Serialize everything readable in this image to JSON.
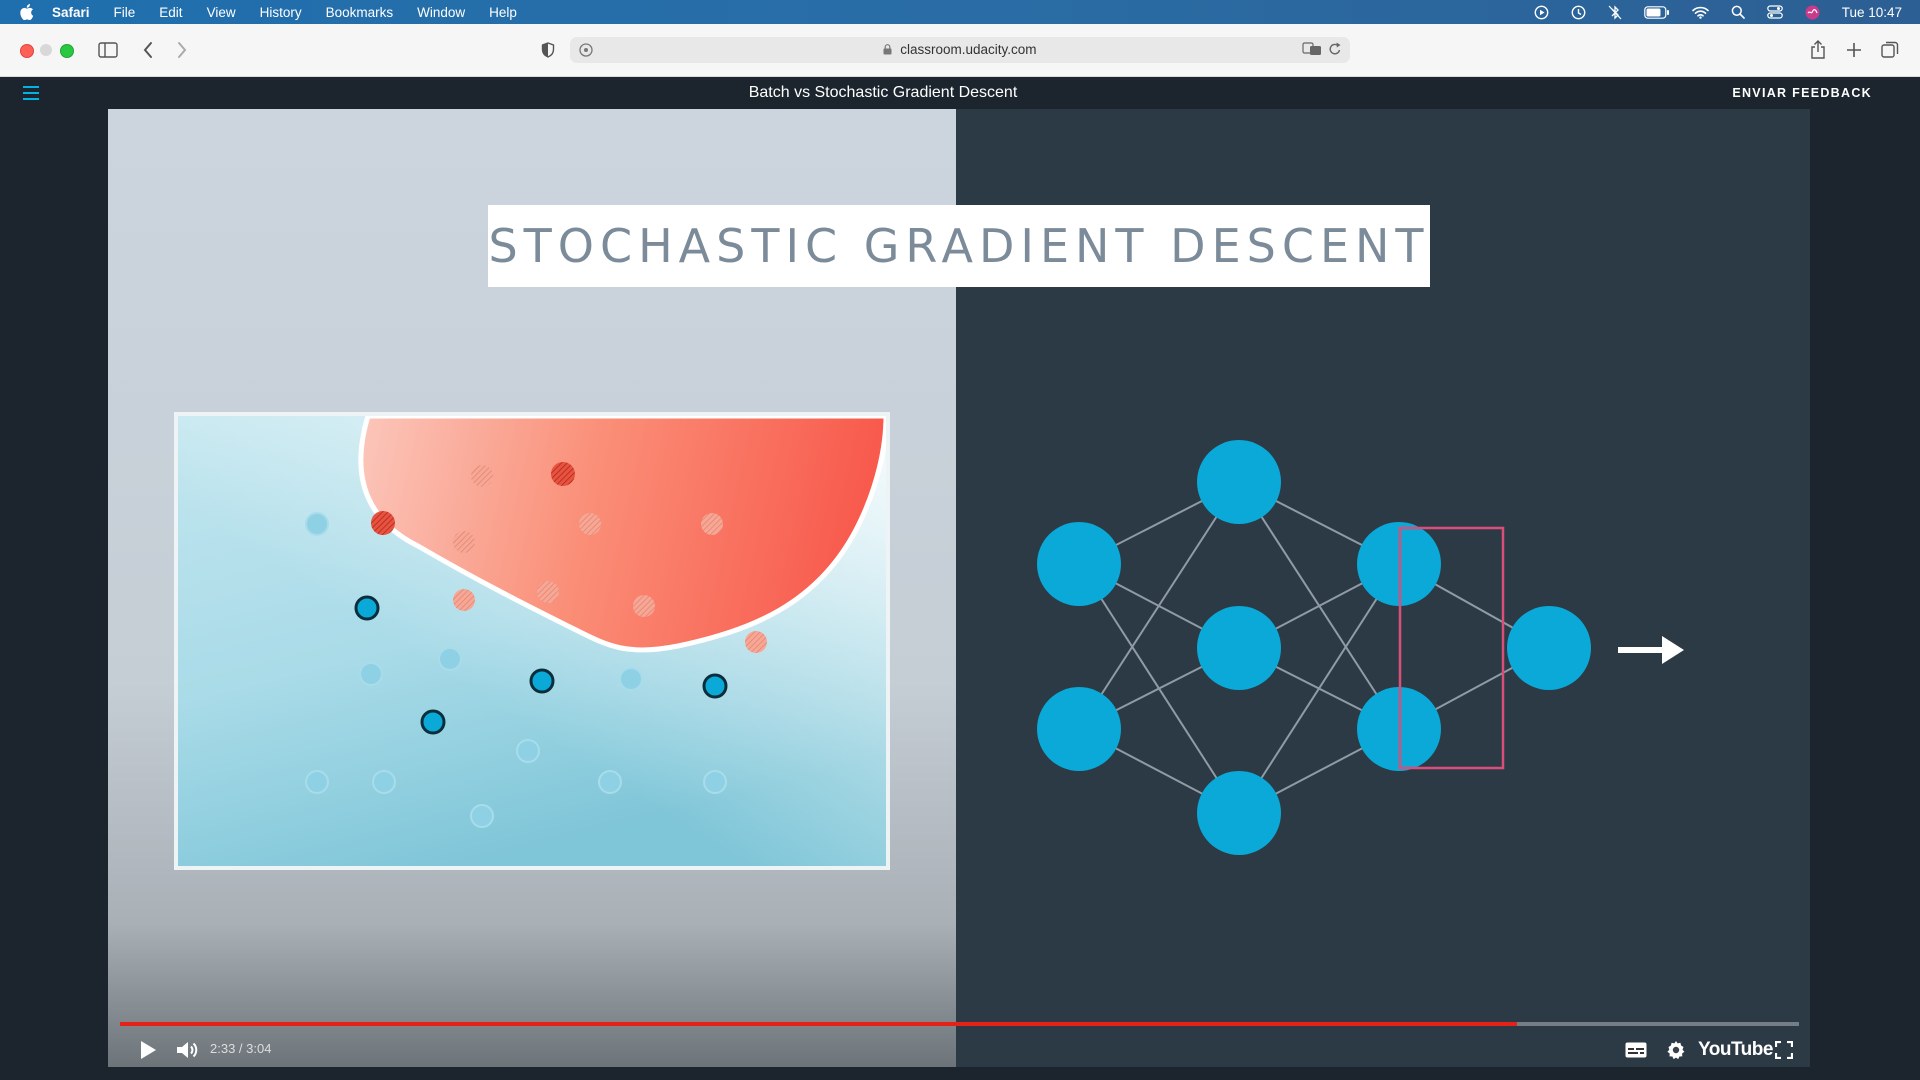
{
  "menubar": {
    "app": "Safari",
    "items": [
      "File",
      "Edit",
      "View",
      "History",
      "Bookmarks",
      "Window",
      "Help"
    ],
    "clock": "Tue 10:47"
  },
  "browser": {
    "url": "classroom.udacity.com"
  },
  "header": {
    "title": "Batch vs Stochastic Gradient Descent",
    "feedback": "ENVIAR FEEDBACK"
  },
  "slide": {
    "title": "STOCHASTIC GRADIENT DESCENT"
  },
  "player": {
    "time": "2:33 / 3:04",
    "progress_fraction": 0.832,
    "logo": "YouTube"
  },
  "colors": {
    "menubar": "#1f6fae",
    "accent_red": "#e62117",
    "node_blue": "#0aa9d8",
    "region_red": "#f8574a",
    "highlight_box": "#d94f7a"
  }
}
